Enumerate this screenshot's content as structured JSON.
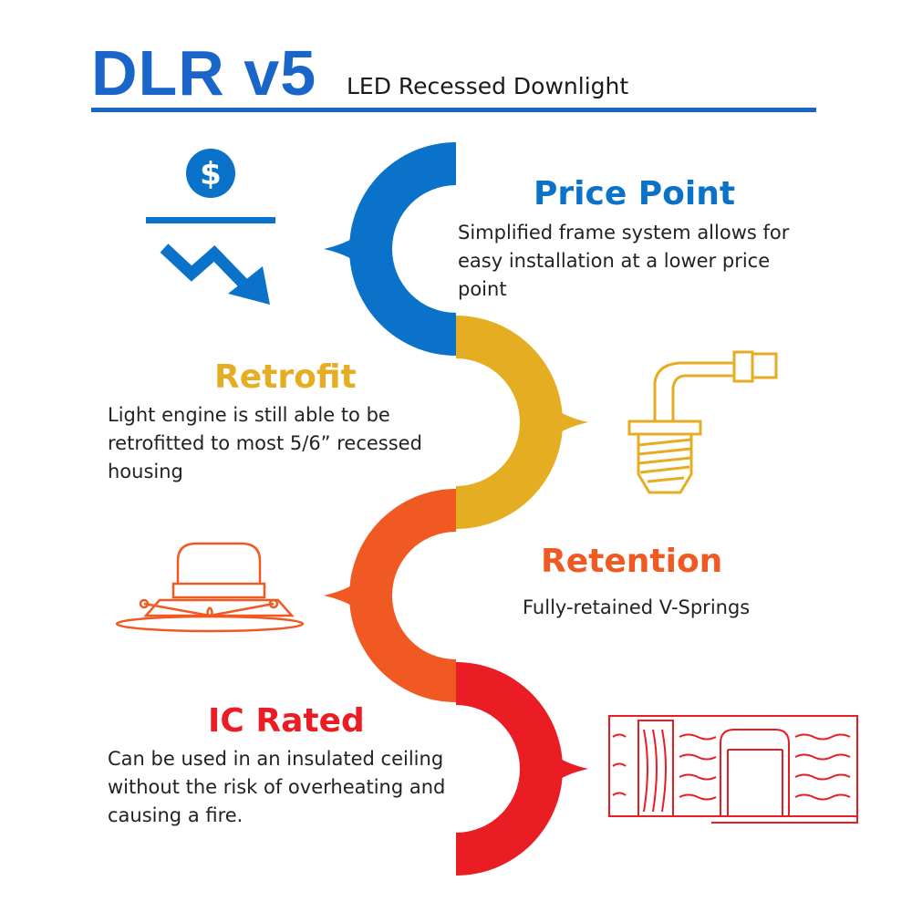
{
  "header": {
    "title": "DLR v5",
    "subtitle": "LED Recessed Downlight"
  },
  "colors": {
    "blue": "#0a72c8",
    "yellow": "#e5ae22",
    "orange": "#f05a22",
    "red": "#ea1c24",
    "title": "#1a66c8"
  },
  "features": [
    {
      "title": "Price Point",
      "text": "Simplified frame system allows for easy installation at a lower price point",
      "icon": "price-drop-icon"
    },
    {
      "title": "Retrofit",
      "text": "Light engine is still able to be retrofitted to most 5/6” recessed housing",
      "icon": "socket-adapter-icon"
    },
    {
      "title": "Retention",
      "text": "Fully-retained V-Springs",
      "icon": "downlight-springs-icon"
    },
    {
      "title": "IC Rated",
      "text": "Can be used in an insulated ceiling without the risk of  overheating and causing a fire.",
      "icon": "insulated-ceiling-icon"
    }
  ]
}
